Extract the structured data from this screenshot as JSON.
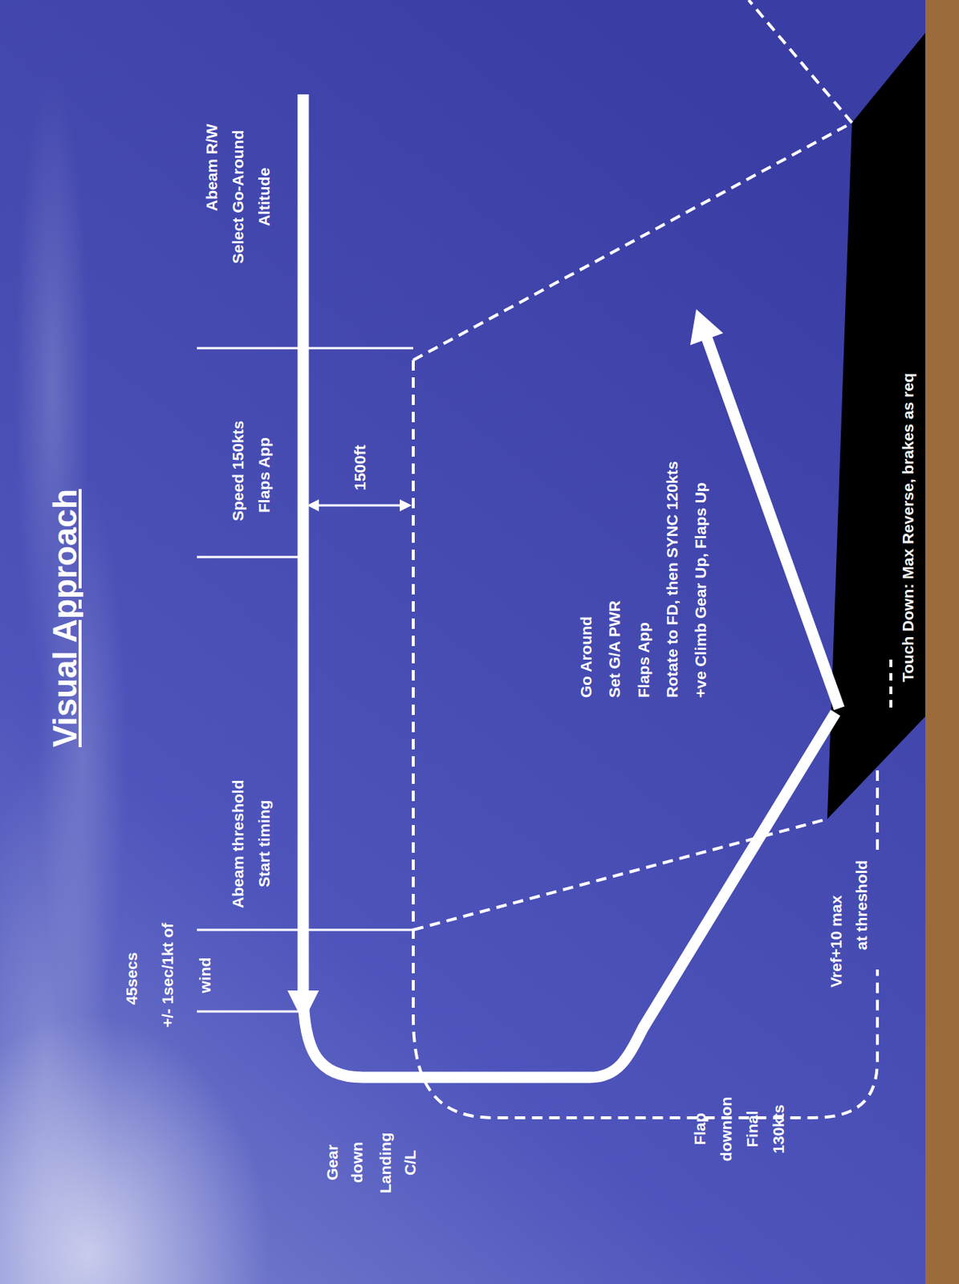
{
  "diagram": {
    "title": "Visual Approach",
    "labels": [
      "Abeam R/W",
      "Select Go-Around Altitude",
      "Speed 150kts",
      "Flaps App",
      "1500ft",
      "45secs",
      "+/- 1sec/1kt of wind",
      "Abeam threshold",
      "Start timing",
      "Gear down",
      "Landing C/L",
      "Flap down on Final 130kts",
      "Vref+10 max",
      "at threshold",
      "Go Around",
      "Set G/A PWR",
      "Flaps App",
      "Rotate to FD, then SYNC 120kts",
      "+ve Climb Gear Up, Flaps Up",
      "Touch Down: Max Reverse, brakes as req"
    ]
  }
}
